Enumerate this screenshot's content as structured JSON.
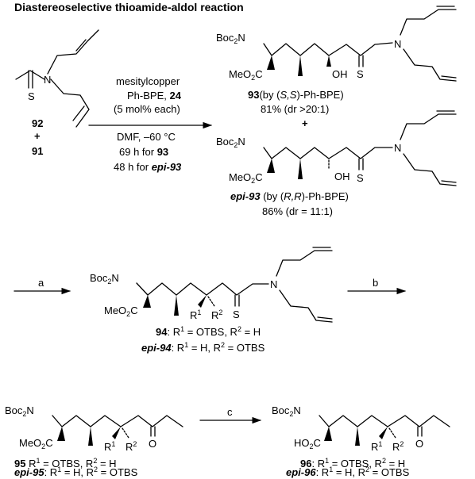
{
  "title": "Diastereoselective thioamide-aldol reaction",
  "reactants": {
    "thioamide": "92",
    "plus": "+",
    "aldehyde": "91"
  },
  "atoms": {
    "N": "N",
    "S": "S",
    "OH": "OH",
    "O": "O",
    "Boc2N_a": "Boc",
    "Boc2N_sub": "2",
    "Boc2N_b": "N",
    "MeO2C_a": "MeO",
    "MeO2C_sub": "2",
    "MeO2C_b": "C",
    "HO2C_a": "HO",
    "HO2C_sub": "2",
    "HO2C_b": "C",
    "R1": "R",
    "R1_sup": "1",
    "R2": "R",
    "R2_sup": "2"
  },
  "conditions_main": {
    "line1": "mesitylcopper",
    "line2_a": "Ph-BPE, ",
    "line2_b": "24",
    "line3": "(5 mol% each)",
    "line4": "DMF, –60 °C",
    "line5_a": "69 h for ",
    "line5_b": "93",
    "line6_a": "48 h for ",
    "line6_b": "epi-93"
  },
  "product_93": {
    "label": "93",
    "by_a": "(by (",
    "by_b": "S,S",
    "by_c": ")-Ph-BPE)",
    "yield": "81% (dr >20:1)"
  },
  "plus_products": "+",
  "product_epi93": {
    "label": "epi-93",
    "by_a": " (by (",
    "by_b": "R,R",
    "by_c": ")-Ph-BPE)",
    "yield": "86% (dr = 11:1)"
  },
  "arrow_labels": {
    "a": "a",
    "b": "b",
    "c": "c"
  },
  "compound_94": {
    "label": "94",
    "desc_a": ": R",
    "s1": "1",
    "desc_b": " = OTBS, R",
    "s2": "2",
    "desc_c": " = H",
    "epi_label": "epi-94",
    "epi_a": ": R",
    "e1": "1",
    "epi_b": " = H, R",
    "e2": "2",
    "epi_c": " = OTBS"
  },
  "compound_95": {
    "label": "95",
    "desc_a": " R",
    "s1": "1",
    "desc_b": " = OTBS, R",
    "s2": "2",
    "desc_c": " = H",
    "epi_label": "epi-95",
    "epi_a": ": R",
    "e1": "1",
    "epi_b": " = H, R",
    "e2": "2",
    "epi_c": " = OTBS"
  },
  "compound_96": {
    "label": "96",
    "desc_a": ": R",
    "s1": "1",
    "desc_b": " = OTBS, R",
    "s2": "2",
    "desc_c": " = H",
    "epi_label": "epi-96",
    "epi_a": ": R",
    "e1": "1",
    "epi_b": " = H, R",
    "e2": "2",
    "epi_c": " = OTBS"
  }
}
